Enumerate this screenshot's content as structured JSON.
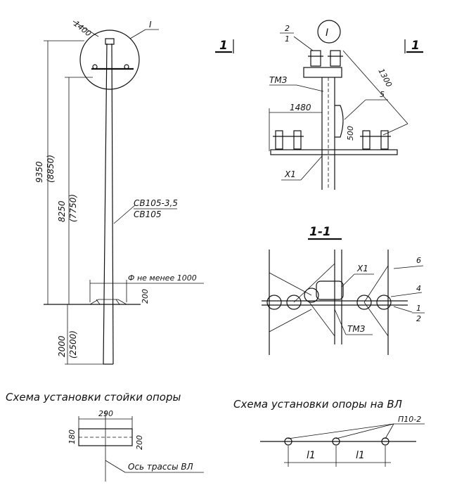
{
  "labels": {
    "callout_I": "I",
    "dim_pole_top": "1400",
    "dim_total": "9350",
    "dim_total_alt": "(8850)",
    "dim_above": "8250",
    "dim_above_alt": "(7750)",
    "dim_below": "2000",
    "dim_below_alt": "(2500)",
    "dim_base": "200",
    "pole_type_1": "СВ105-3,5",
    "pole_type_2": "СВ105",
    "hole_note": "Ф не менее 1000",
    "section_ref_top": "1",
    "section_ref_top_right": "1",
    "mark_2": "2",
    "mark_1": "1",
    "mark_5": "5",
    "mark_TMZ": "ТМЗ",
    "dim_1300": "1300",
    "dim_1480": "1480",
    "dim_500": "500",
    "mark_X1": "Х1",
    "section_title": "1-1",
    "s_mark_X1": "Х1",
    "s_mark_6": "6",
    "s_mark_4": "4",
    "s_mark_1": "1",
    "s_mark_2": "2",
    "s_mark_TMZ": "ТМЗ"
  },
  "scheme_left": {
    "title": "Схема установки стойки опоры",
    "dim_width": "290",
    "dim_left": "180",
    "dim_right": "200",
    "axis_label": "Ось трассы ВЛ"
  },
  "scheme_right": {
    "title": "Схема установки опоры на ВЛ",
    "insulator_label": "П10-2",
    "span_1": "l1",
    "span_2": "l1"
  }
}
